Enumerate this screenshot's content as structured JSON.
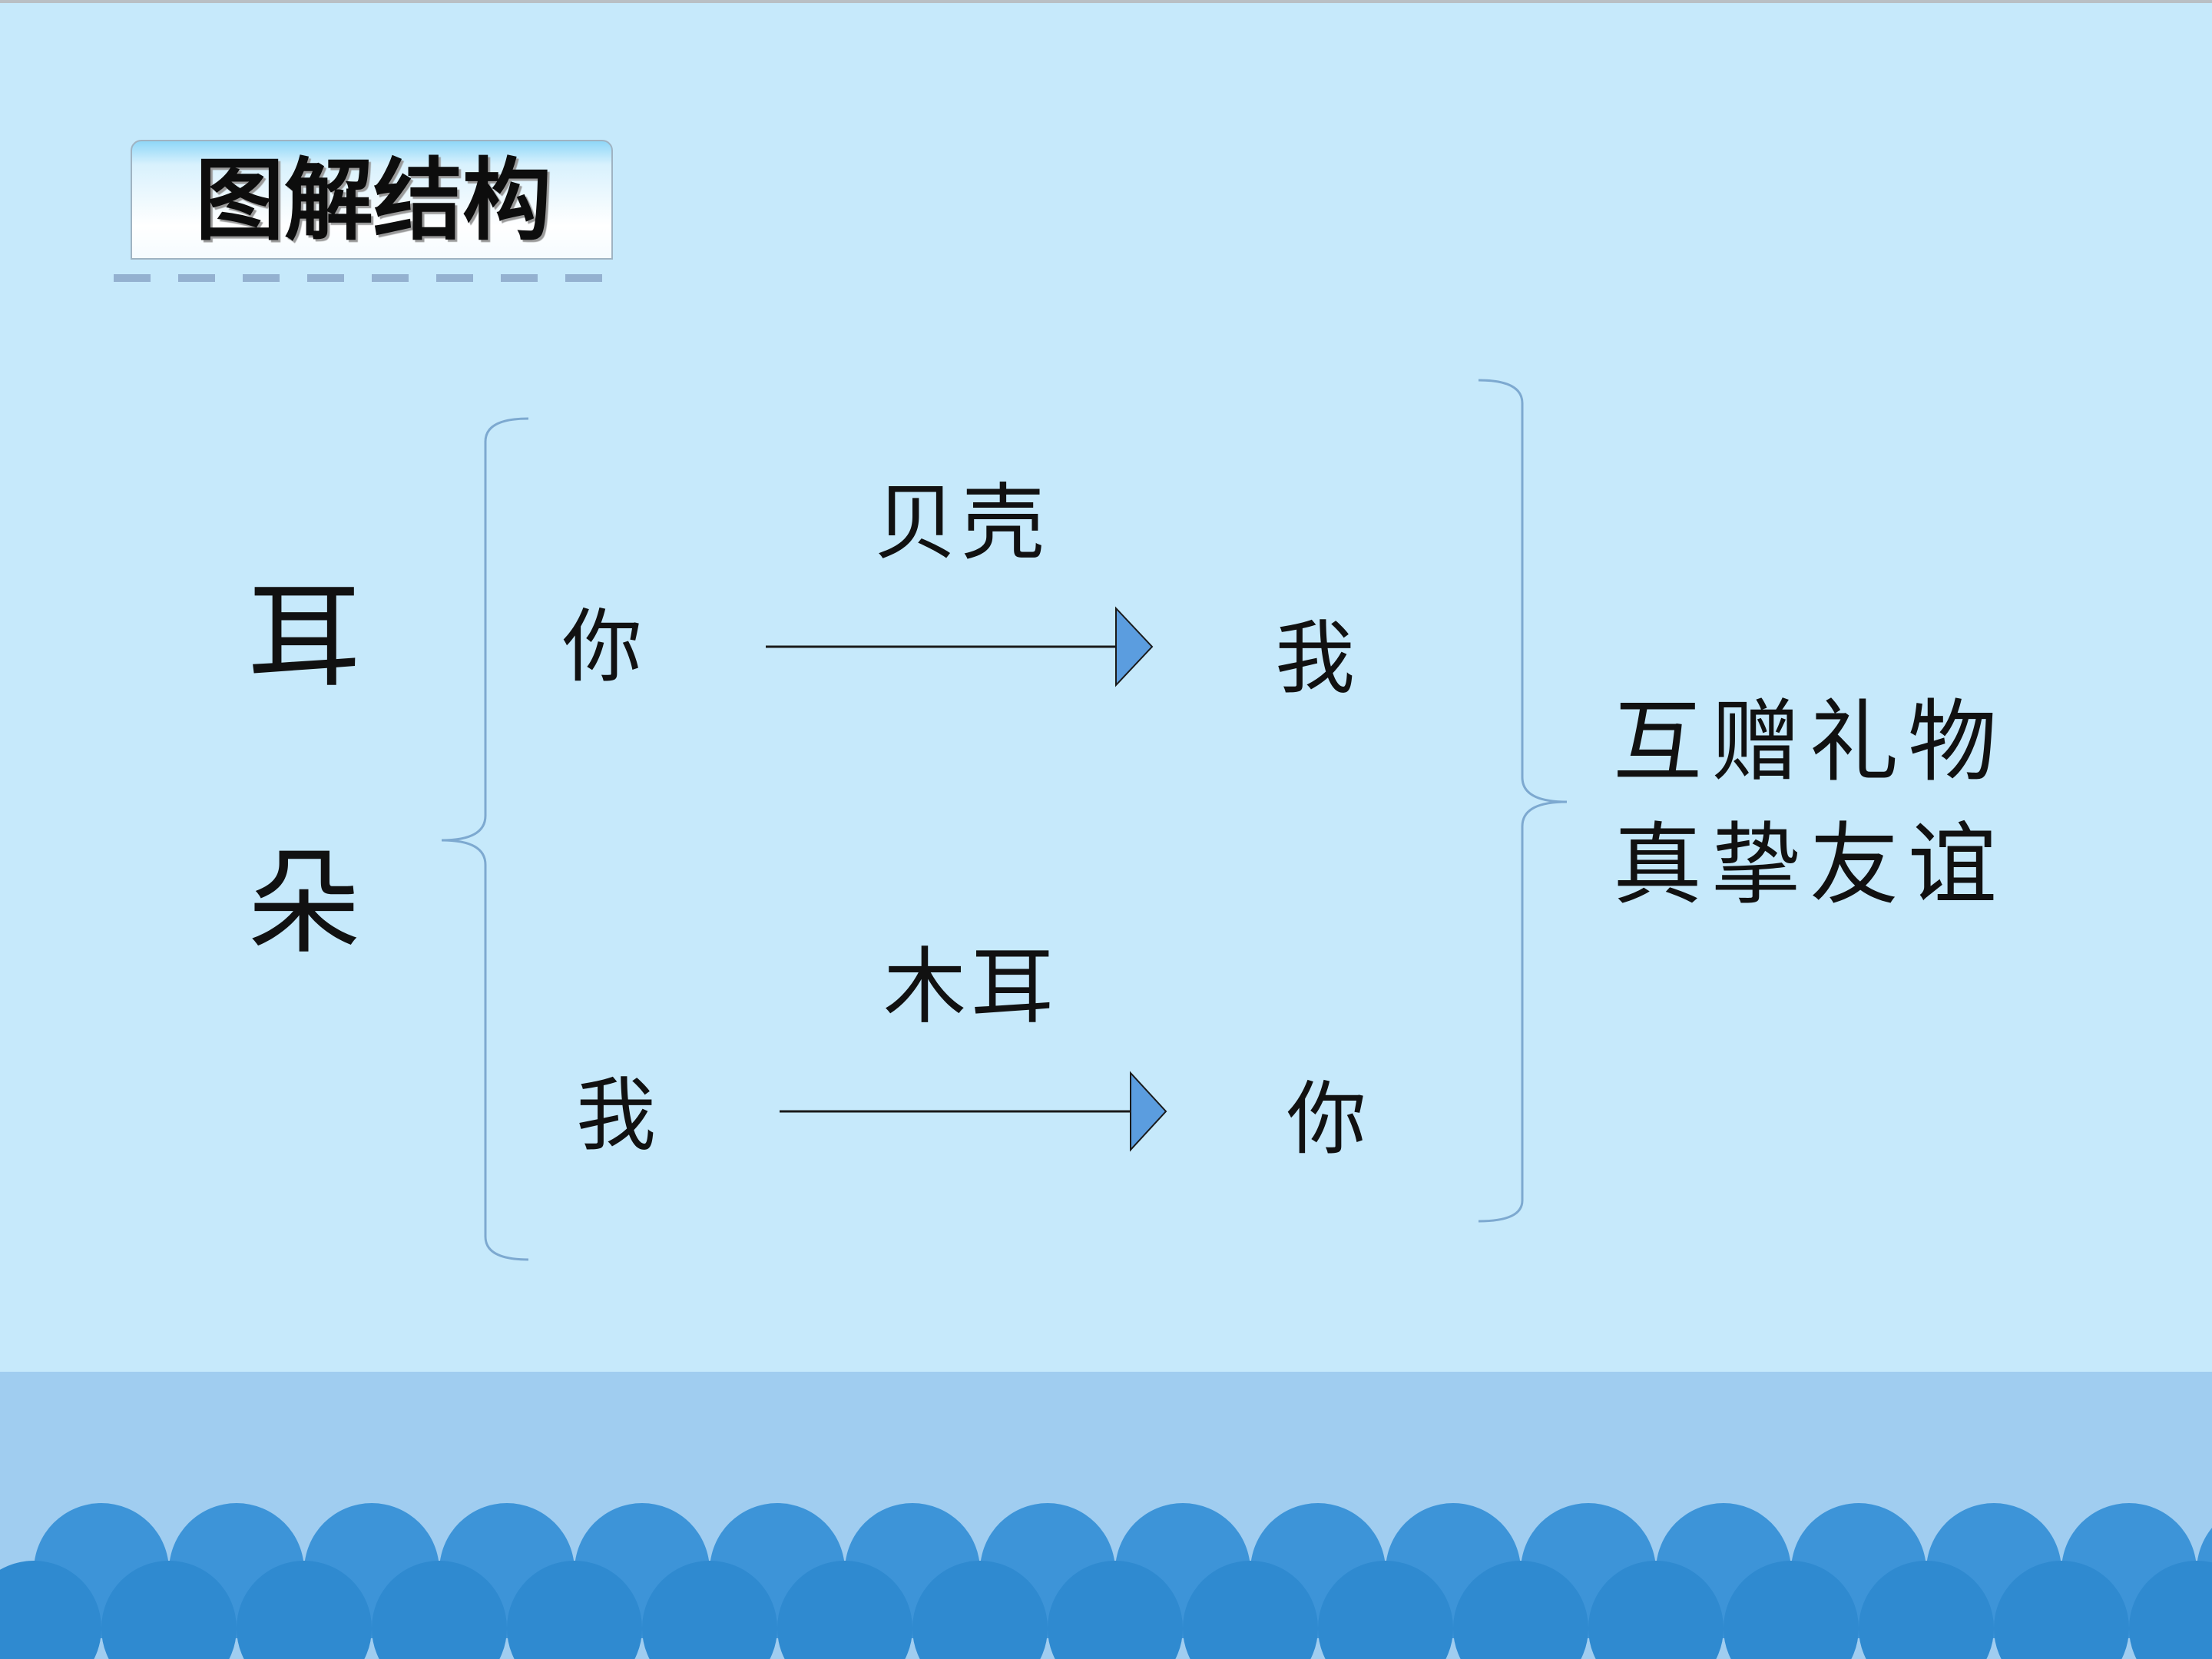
{
  "title": "图解结构",
  "subject": [
    "耳",
    "朵"
  ],
  "exchanges": [
    {
      "from": "你",
      "gift": "贝壳",
      "to": "我"
    },
    {
      "from": "我",
      "gift": "木耳",
      "to": "你"
    }
  ],
  "summary": [
    "互赠礼物",
    "真挚友谊"
  ],
  "colors": {
    "background": "#c6e9fb",
    "bracket": "#7da9d0",
    "arrow_head": "#5b9ddf",
    "wave_front": "#2f8ad0",
    "wave_back": "#3d94d8",
    "band": "#a0cdf0"
  }
}
